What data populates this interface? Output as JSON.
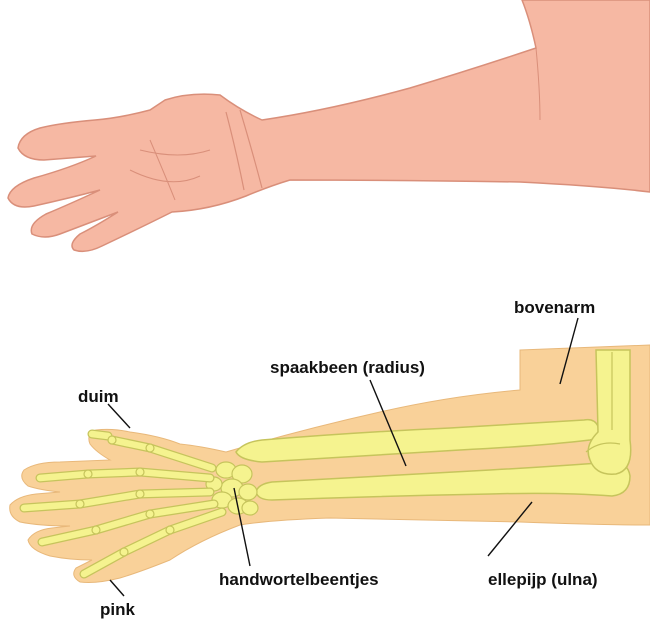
{
  "labels": {
    "upper_arm": "bovenarm",
    "radius": "spaakbeen (radius)",
    "thumb": "duim",
    "carpals": "handwortelbeentjes",
    "ulna": "ellepijp (ulna)",
    "little_finger": "pink"
  },
  "colors": {
    "skin": "#f6b8a3",
    "skin_outline": "#d98f7a",
    "arm_shadow": "#f5cfa0",
    "arm_shadow_body": "#f9d199",
    "bone": "#f5f38f",
    "bone_outline": "#c6c45c"
  }
}
